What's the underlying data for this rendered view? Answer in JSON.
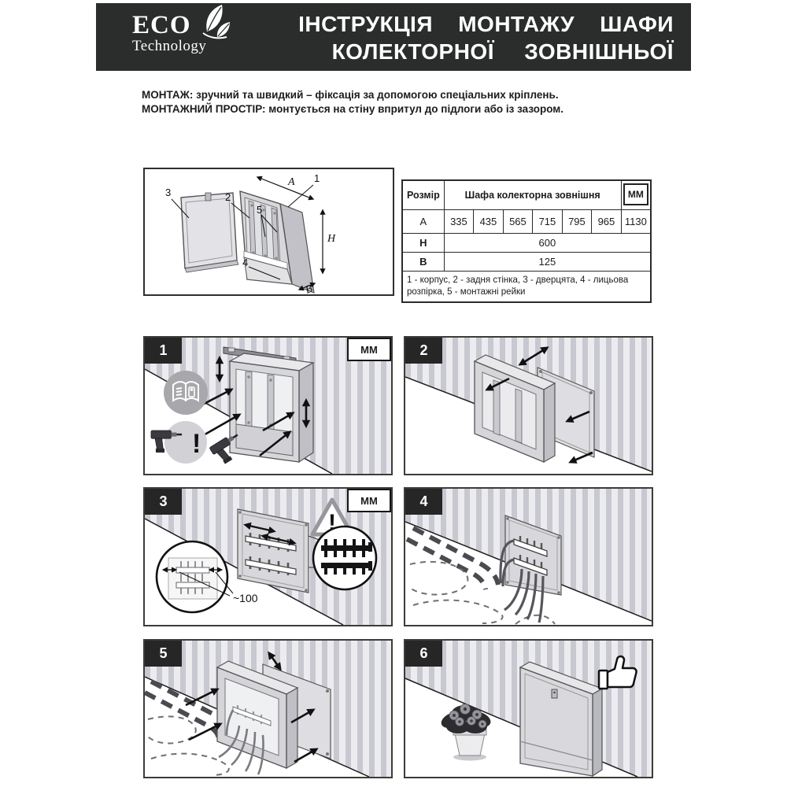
{
  "header": {
    "background": "#2a2d2c",
    "logo": {
      "name": "ECO",
      "subname": "Technology"
    },
    "title_line1": "ІНСТРУКЦІЯ МОНТАЖУ ШАФИ",
    "title_line2": "КОЛЕКТОРНОЇ ЗОВНІШНЬОЇ"
  },
  "intro": {
    "line1_label": "МОНТАЖ:",
    "line1_text": " зручний та швидкий – фіксація за допомогою спеціальних кріплень.",
    "line2_label": "МОНТАЖНИЙ ПРОСТІР:",
    "line2_text": " монтується на стіну впритул до підлоги або із зазором."
  },
  "diagram": {
    "part_labels": {
      "corpus": "1",
      "back_wall": "2",
      "door": "3",
      "front_spacer": "4",
      "rails": "5"
    },
    "dim_labels": {
      "width": "A",
      "height": "H",
      "depth": "B"
    }
  },
  "spec_table": {
    "col_size": "Розмір",
    "col_product": "Шафа колекторна зовнішня",
    "col_units": "ММ",
    "row_a": {
      "label": "A",
      "values": [
        "335",
        "435",
        "565",
        "715",
        "795",
        "965",
        "1130"
      ]
    },
    "row_h": {
      "label": "H",
      "value": "600"
    },
    "row_b": {
      "label": "B",
      "value": "125"
    },
    "note": "1 - корпус, 2 - задня стінка, 3 - дверцята, 4 - лицьова розпірка, 5 - монтажні рейки"
  },
  "steps": [
    {
      "number": "1",
      "units_badge": "ММ",
      "warning": "!"
    },
    {
      "number": "2"
    },
    {
      "number": "3",
      "units_badge": "ММ",
      "warning": "!",
      "gap_label": "~100"
    },
    {
      "number": "4"
    },
    {
      "number": "5"
    },
    {
      "number": "6"
    }
  ],
  "colors": {
    "banner_bg": "#2a2d2c",
    "badge_bg": "#262626",
    "stripe_dark": "#c8c8d0",
    "stripe_light": "#ececf0"
  }
}
